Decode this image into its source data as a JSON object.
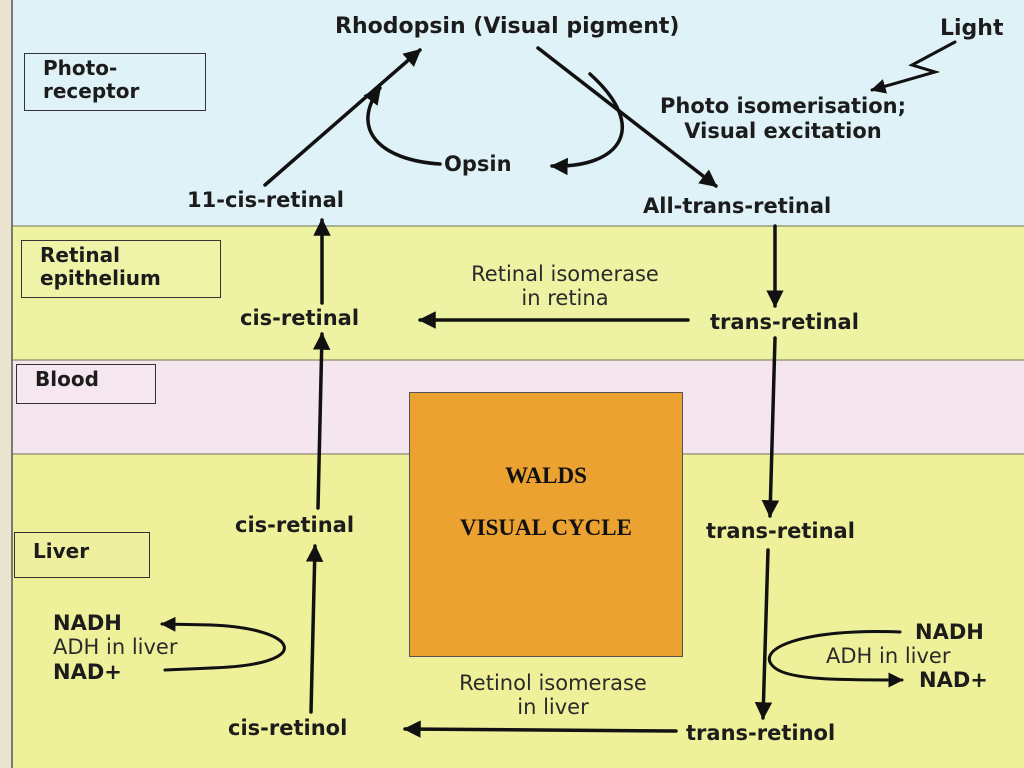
{
  "zones": {
    "photoreceptor": "Photo-\nreceptor",
    "retinal_epithelium": "Retinal\nepithelium",
    "blood": "Blood",
    "liver": "Liver"
  },
  "labels": {
    "rhodopsin": "Rhodopsin (Visual pigment)",
    "light": "Light",
    "photo_isomerisation": "Photo isomerisation;\nVisual excitation",
    "opsin": "Opsin",
    "eleven_cis_retinal": "11-cis-retinal",
    "all_trans_retinal": "All-trans-retinal",
    "retinal_isomerase": "Retinal isomerase\nin retina",
    "cis_retinal_epithelium": "cis-retinal",
    "trans_retinal_epithelium": "trans-retinal",
    "cis_retinal_liver": "cis-retinal",
    "trans_retinal_liver": "trans-retinal",
    "nadh_left": "NADH",
    "adh_left": "ADH in liver",
    "nad_left": "NAD+",
    "nadh_right": "NADH",
    "adh_right": "ADH in liver",
    "nad_right": "NAD+",
    "retinol_isomerase": "Retinol isomerase\nin liver",
    "cis_retinol": "cis-retinol",
    "trans_retinol": "trans-retinol"
  },
  "title_box": {
    "line1": "WALDS",
    "line2": "VISUAL CYCLE"
  },
  "colors": {
    "photoreceptor_band": "#def2f7",
    "epithelium_band": "#eef3a4",
    "blood_band": "#f5e5ef",
    "liver_band": "#eef09a",
    "title_box": "#eca231",
    "arrow": "#111111"
  }
}
